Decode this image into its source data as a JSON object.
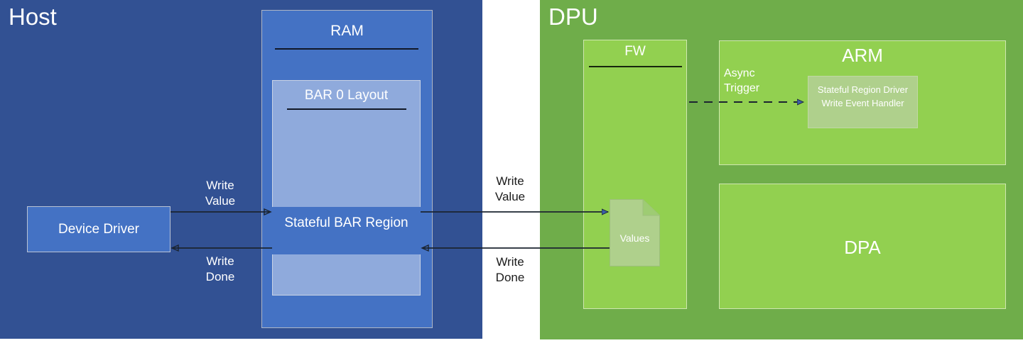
{
  "diagram": {
    "title": "Host / DPU Stateful BAR Region write flow",
    "colors": {
      "host_panel": "#325193",
      "dpu_panel": "#6FAD4A",
      "ram_box": "#4472C4",
      "bar0_box": "#8FAADC",
      "stateful_region": "#4472C4",
      "device_driver": "#4472C4",
      "fw_box": "#92D050",
      "arm_box": "#92D050",
      "dpa_box": "#92D050",
      "handler_box": "#AFD08C",
      "values_doc": "#AFD08C",
      "arrow_line": "#1b2430",
      "arrow_head_blue": "#3B5FA8"
    }
  },
  "host": {
    "title": "Host",
    "device_driver": {
      "label": "Device Driver"
    },
    "ram": {
      "label": "RAM",
      "bar0": {
        "label": "BAR 0 Layout",
        "stateful_region": {
          "label": "Stateful BAR Region"
        }
      }
    },
    "connectors": {
      "write_value": "Write\nValue",
      "write_done": "Write\nDone"
    }
  },
  "dpu": {
    "title": "DPU",
    "fw": {
      "label": "FW",
      "values_doc": {
        "label": "Values",
        "icon": "document-icon"
      }
    },
    "arm": {
      "label": "ARM",
      "handler": {
        "label": "Stateful Region Driver Write Event Handler"
      }
    },
    "dpa": {
      "label": "DPA"
    },
    "connectors": {
      "async_trigger": "Async\nTrigger"
    }
  },
  "middle_connectors": {
    "write_value": "Write\nValue",
    "write_done": "Write\nDone"
  }
}
